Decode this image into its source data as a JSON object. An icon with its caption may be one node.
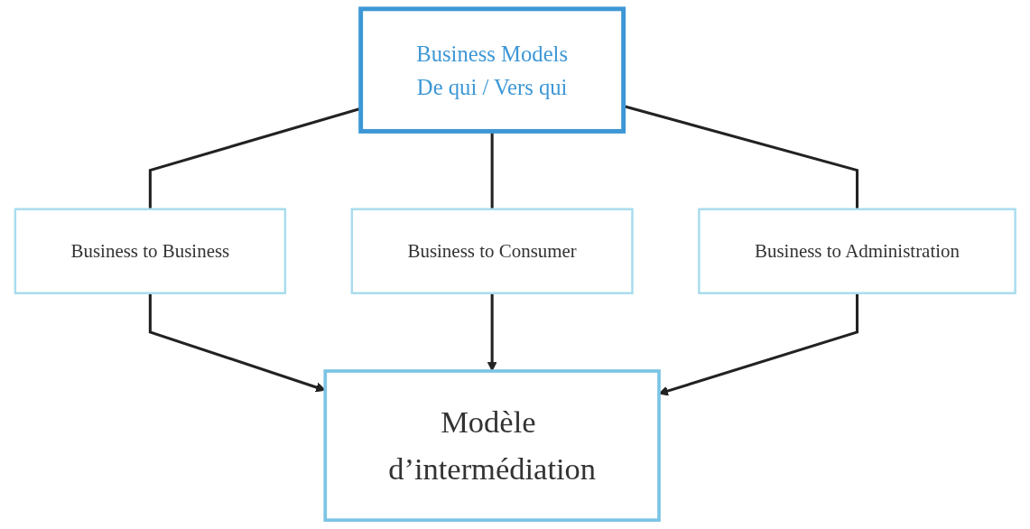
{
  "diagram": {
    "nodes": [
      {
        "text": [
          "Business Models",
          "De qui / Vers qui"
        ]
      },
      {
        "text": [
          "Business to Business"
        ]
      },
      {
        "text": [
          "Business to Consumer"
        ]
      },
      {
        "text": [
          "Business to Administration"
        ]
      },
      {
        "text": [
          "Modèle d’intermédiation"
        ]
      }
    ],
    "edges": [
      {
        "from": 0,
        "to": 1,
        "arrow": "none"
      },
      {
        "from": 0,
        "to": 2,
        "arrow": "none"
      },
      {
        "from": 0,
        "to": 3,
        "arrow": "none"
      },
      {
        "from": 1,
        "to": 4,
        "arrow": "to"
      },
      {
        "from": 2,
        "to": 4,
        "arrow": "to"
      },
      {
        "from": 3,
        "to": 4,
        "arrow": "to"
      }
    ]
  }
}
